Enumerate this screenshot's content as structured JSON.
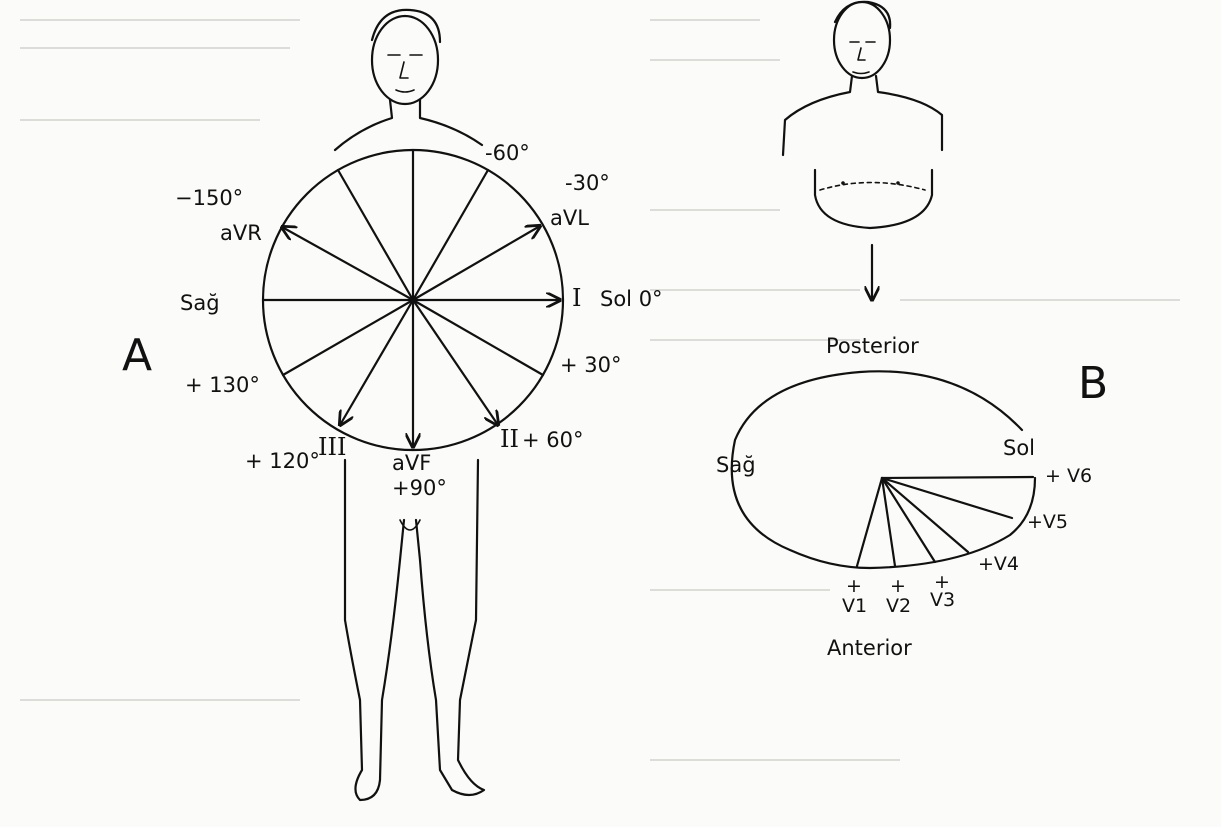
{
  "panel_a": {
    "letter": "A",
    "labels": {
      "minus60": "-60°",
      "minus30": "-30°",
      "minus150": "−150°",
      "avr": "aVR",
      "avl": "aVL",
      "sag": "Sağ",
      "lead1": "I",
      "sol0": "Sol 0°",
      "plus130": "+ 130°",
      "plus30": "+ 30°",
      "plus120": "+ 120°",
      "lead3": "III",
      "lead2": "II",
      "plus60": "+ 60°",
      "avf": "aVF",
      "plus90": "+90°"
    }
  },
  "panel_b": {
    "letter": "B",
    "labels": {
      "posterior": "Posterior",
      "anterior": "Anterior",
      "sag": "Sağ",
      "sol": "Sol",
      "v1": "V1",
      "v2": "V2",
      "v3": "V3",
      "v4": "+V4",
      "v5": "+V5",
      "v6": "+ V6"
    }
  }
}
